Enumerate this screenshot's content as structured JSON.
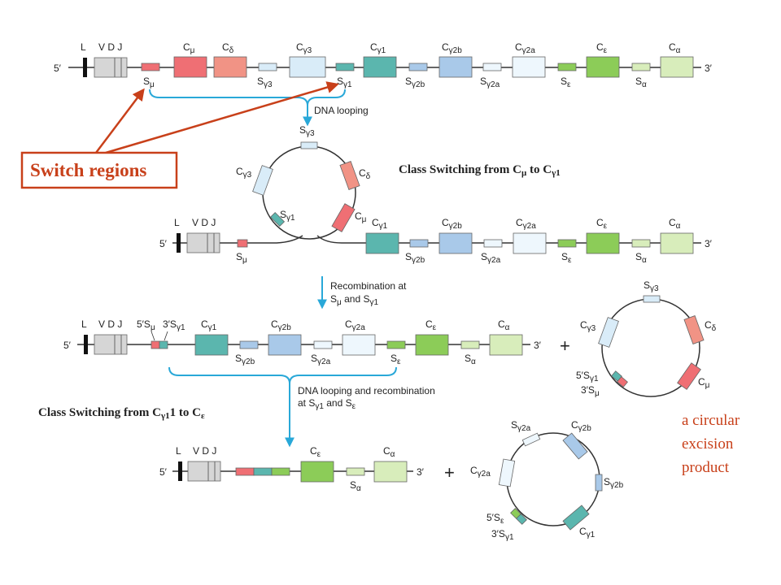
{
  "colors": {
    "mu": "#ef6f74",
    "delta": "#f19385",
    "g3": "#d9ecf8",
    "g1": "#5bb6ae",
    "g2b": "#a9c9e9",
    "g2a": "#eef7fd",
    "eps": "#8ccc58",
    "alpha": "#d8edbb",
    "vdj": "#d6d6d6",
    "loop": "#29a8d8",
    "red": "#c8401a",
    "wire": "#333333"
  },
  "labels": {
    "L": "L",
    "VDJ": "V D J",
    "five": "5′",
    "three": "3′",
    "plus": "+",
    "C": "C",
    "S": "S",
    "mu": "μ",
    "delta": "δ",
    "g3": "γ3",
    "g1": "γ1",
    "g2b": "γ2b",
    "g2a": "γ2a",
    "eps": "ε",
    "alpha": "α",
    "five_S": "5′S",
    "three_S": "3′S"
  },
  "annotations": {
    "dna_looping": "DNA looping",
    "recombination_line1": "Recombination at",
    "recombination_line2_s": "S",
    "recombination_line2_and": " and S",
    "dna_looping_recomb_line1": "DNA looping and recombination",
    "dna_looping_recomb_line2_at": "at S",
    "dna_looping_recomb_line2_and": " and S"
  },
  "callouts": {
    "switch_regions": "Switch regions",
    "class_switch_1_prefix": "Class Switching from C",
    "class_switch_1_to": " to C",
    "class_switch_1_suffix": "1",
    "class_switch_2_prefix": "Class Switching from C",
    "class_switch_2_mid": "1 to C",
    "circular_line1": "a circular",
    "circular_line2": "excision",
    "circular_line3": "product"
  }
}
